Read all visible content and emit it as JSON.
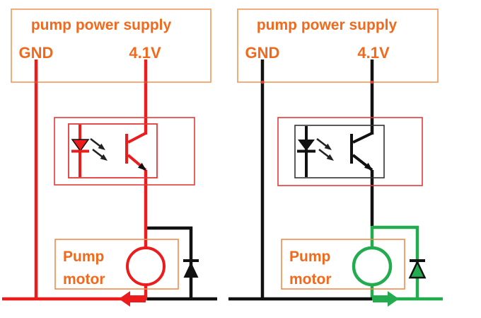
{
  "colors": {
    "background": "#FFFFFF",
    "orange-text": "#F2691C",
    "supply-box-border": "#F2A36B",
    "motor-box-border": "#F08A4C",
    "opto-box-border": "#E23B3B",
    "wire-red": "#EC1C1C",
    "wire-black": "#111111",
    "wire-green": "#22AC4E"
  },
  "left_circuit": {
    "power_supply": {
      "title": "pump power supply",
      "gnd": "GND",
      "voltage": "4.1V"
    },
    "motor": {
      "line1": "Pump",
      "line2": "motor"
    }
  },
  "right_circuit": {
    "power_supply": {
      "title": "pump power supply",
      "gnd": "GND",
      "voltage": "4.1V"
    },
    "motor": {
      "line1": "Pump",
      "line2": "motor"
    }
  }
}
